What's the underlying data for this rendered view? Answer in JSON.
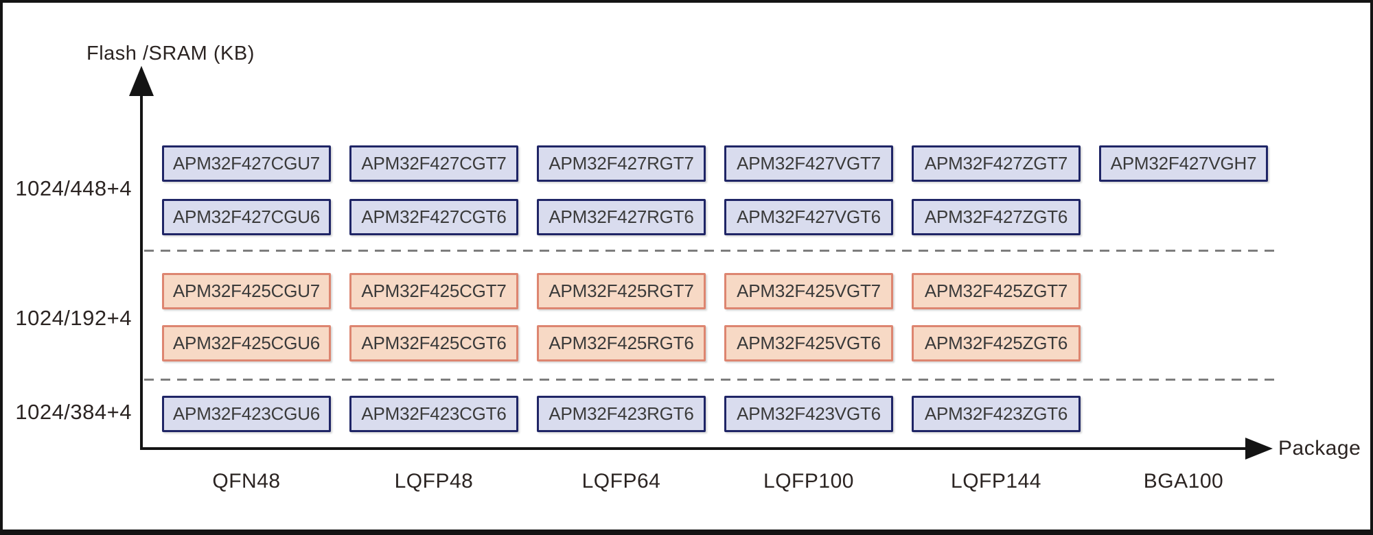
{
  "figure": {
    "y_axis_label": "Flash /SRAM (KB)",
    "x_axis_label": "Package"
  },
  "x_categories": [
    "QFN48",
    "LQFP48",
    "LQFP64",
    "LQFP100",
    "LQFP144",
    "BGA100"
  ],
  "colors": {
    "blue_fill": "#d9dcee",
    "blue_border": "#1f2566",
    "orange_fill": "#f7d9c5",
    "orange_border": "#dd8570",
    "axis": "#141414",
    "divider": "#7d7d7d"
  },
  "groups": [
    {
      "label": "1024/448+4",
      "style": "blue",
      "rows": [
        [
          "APM32F427CGU7",
          "APM32F427CGT7",
          "APM32F427RGT7",
          "APM32F427VGT7",
          "APM32F427ZGT7",
          "APM32F427VGH7"
        ],
        [
          "APM32F427CGU6",
          "APM32F427CGT6",
          "APM32F427RGT6",
          "APM32F427VGT6",
          "APM32F427ZGT6"
        ]
      ]
    },
    {
      "label": "1024/192+4",
      "style": "orange",
      "rows": [
        [
          "APM32F425CGU7",
          "APM32F425CGT7",
          "APM32F425RGT7",
          "APM32F425VGT7",
          "APM32F425ZGT7"
        ],
        [
          "APM32F425CGU6",
          "APM32F425CGT6",
          "APM32F425RGT6",
          "APM32F425VGT6",
          "APM32F425ZGT6"
        ]
      ]
    },
    {
      "label": "1024/384+4",
      "style": "blue",
      "rows": [
        [
          "APM32F423CGU6",
          "APM32F423CGT6",
          "APM32F423RGT6",
          "APM32F423VGT6",
          "APM32F423ZGT6"
        ]
      ]
    }
  ]
}
